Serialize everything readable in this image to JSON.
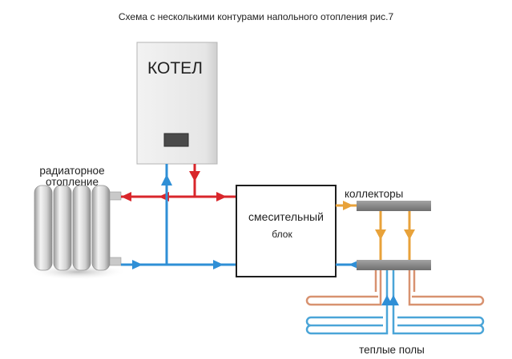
{
  "title": "Схема с несколькими контурами напольного отопления рис.7",
  "boiler": {
    "label": "КОТЕЛ"
  },
  "radiator": {
    "label_line1": "радиаторное",
    "label_line2": "отопление"
  },
  "mixing_unit": {
    "label_line1": "смесительный",
    "label_line2": "блок"
  },
  "collectors": {
    "label": "коллекторы"
  },
  "floor_heating": {
    "label": "теплые полы"
  },
  "colors": {
    "supply": "#d9262b",
    "return": "#2f8fd6",
    "mixed": "#e8a23a",
    "loop_warm": "#d89270",
    "loop_cool": "#4aa5d8",
    "collector": "#8a8a8a",
    "boiler_body": "#ececec",
    "display": "#4a4a4a"
  }
}
